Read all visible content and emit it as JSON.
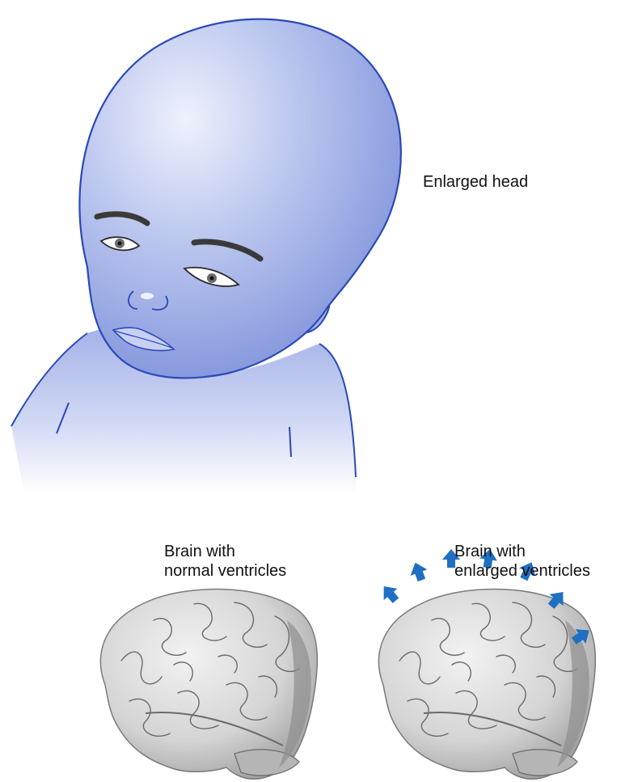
{
  "labels": {
    "head": "Enlarged head",
    "normal_brain_line1": "Brain with",
    "normal_brain_line2": "normal ventricles",
    "enlarged_brain_line1": "Brain with",
    "enlarged_brain_line2": "enlarged ventricles"
  },
  "colors": {
    "skin_light": "#e8ecfa",
    "skin_mid": "#a9b6e6",
    "skin_dark": "#7f90d6",
    "outline": "#2a48b8",
    "brain_light": "#ececec",
    "brain_mid": "#c9c9c9",
    "brain_dark": "#8e8e8e",
    "brain_line": "#5a5a5a",
    "arrow": "#1f6fc2"
  },
  "icons": {
    "arrow": "up-arrow-icon"
  }
}
